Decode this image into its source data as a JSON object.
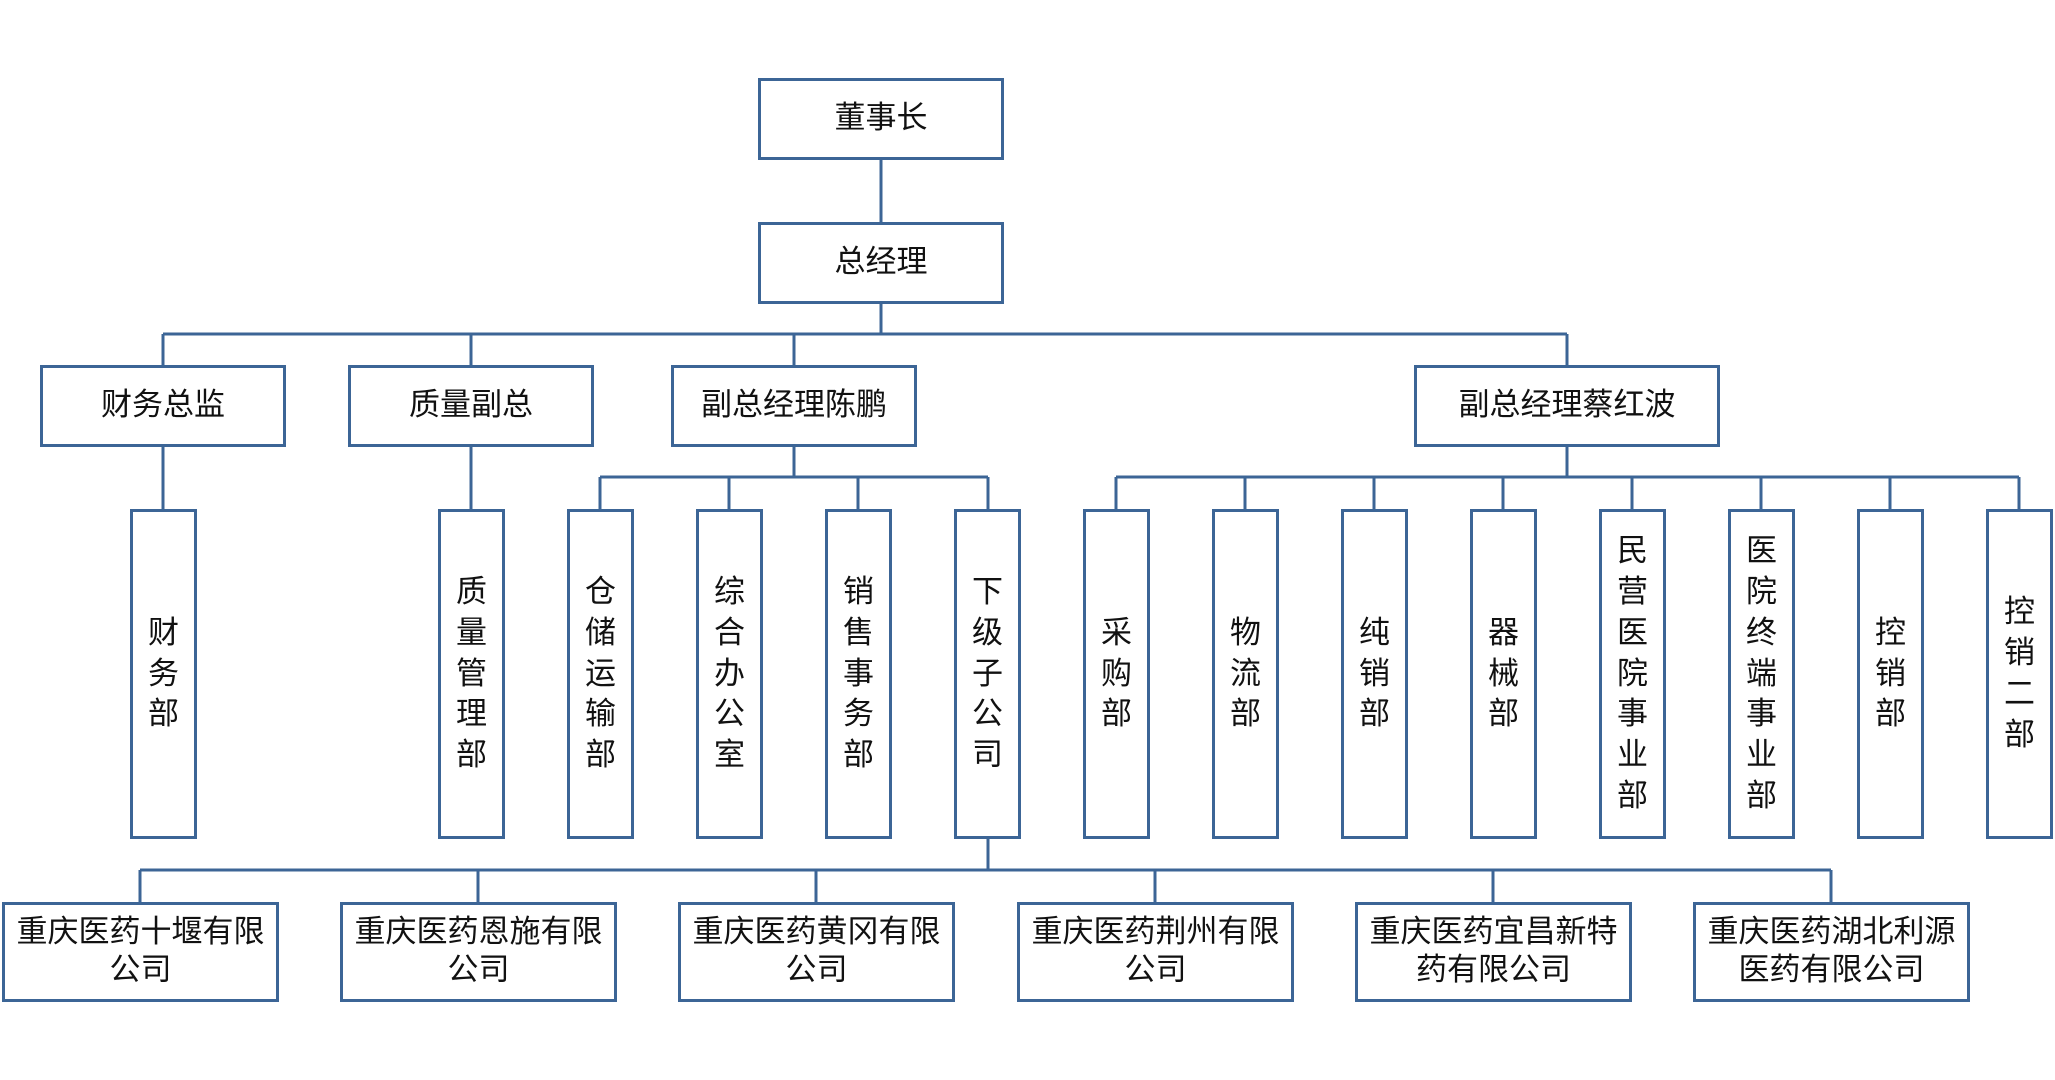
{
  "chairman": "董事长",
  "gm": "总经理",
  "level2": [
    "财务总监",
    "质量副总",
    "副总经理陈鹏",
    "副总经理蔡红波"
  ],
  "departments": {
    "finance": [
      "财务部"
    ],
    "quality": [
      "质量管理部"
    ],
    "chen": [
      "仓储运输部",
      "综合办公室",
      "销售事务部",
      "下级子公司"
    ],
    "cai": [
      "采购部",
      "物流部",
      "纯销部",
      "器械部",
      "民营医院事业部",
      "医院终端事业部",
      "控销部",
      "控销二部"
    ]
  },
  "subsidiaries": [
    "重庆医药十堰有限公司",
    "重庆医药恩施有限公司",
    "重庆医药黄冈有限公司",
    "重庆医药荆州有限公司",
    "重庆医药宜昌新特药有限公司",
    "重庆医药湖北利源医药有限公司"
  ],
  "colors": {
    "box_border": "#3c6596",
    "connector": "#3c6596"
  }
}
